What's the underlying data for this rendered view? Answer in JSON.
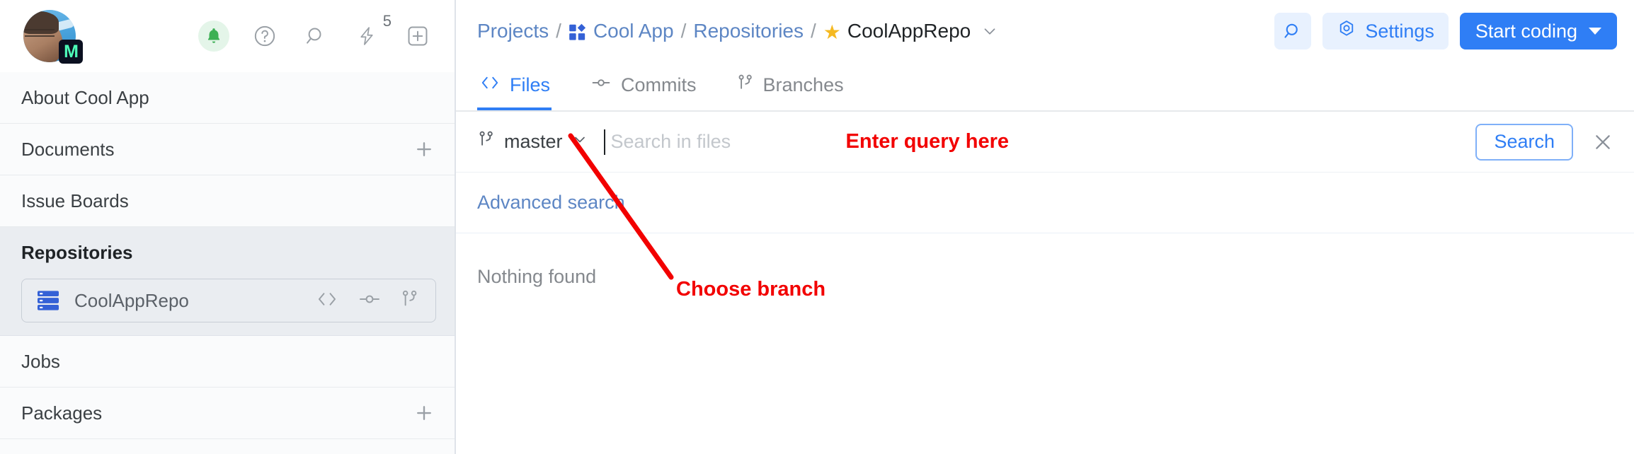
{
  "sidebar": {
    "user": {
      "avatar_name": "user-avatar-photo",
      "badge_letter": "M"
    },
    "top_icons": [
      {
        "name": "notifications-bell-icon",
        "label": "bell"
      },
      {
        "name": "help-question-icon",
        "label": "?"
      },
      {
        "name": "search-icon",
        "label": "search"
      },
      {
        "name": "activity-bolt-icon",
        "label": "bolt",
        "count": "5"
      },
      {
        "name": "add-new-icon",
        "label": "plus-square"
      }
    ],
    "items": [
      {
        "label": "About Cool App",
        "has_plus": false,
        "active": false
      },
      {
        "label": "Documents",
        "has_plus": true,
        "active": false
      },
      {
        "label": "Issue Boards",
        "has_plus": false,
        "active": false
      },
      {
        "label": "Repositories",
        "has_plus": false,
        "active": true
      },
      {
        "label": "Jobs",
        "has_plus": false,
        "active": false
      },
      {
        "label": "Packages",
        "has_plus": true,
        "active": false
      }
    ],
    "repo_item": {
      "name": "CoolAppRepo",
      "actions": [
        "code-icon",
        "commits-icon",
        "branches-icon"
      ]
    }
  },
  "header": {
    "breadcrumb": {
      "projects": "Projects",
      "project": "Cool App",
      "section": "Repositories",
      "current": "CoolAppRepo",
      "separator": "/"
    },
    "actions": {
      "search_icon": "search-icon",
      "settings_label": "Settings",
      "start_coding_label": "Start coding"
    }
  },
  "tabs": [
    {
      "label": "Files",
      "icon": "code-icon",
      "active": true
    },
    {
      "label": "Commits",
      "icon": "commits-icon",
      "active": false
    },
    {
      "label": "Branches",
      "icon": "branches-icon",
      "active": false
    }
  ],
  "search": {
    "branch": "master",
    "input_value": "",
    "placeholder": "Search in files",
    "button_label": "Search",
    "close_icon": "close-icon",
    "advanced_label": "Advanced search"
  },
  "results": {
    "empty_text": "Nothing found"
  },
  "annotations": [
    {
      "text": "Enter query here",
      "color": "#f20000"
    },
    {
      "text": "Choose branch",
      "color": "#f20000"
    }
  ],
  "colors": {
    "accent_blue": "#2f7ef5",
    "link_blue": "#5d86c4",
    "annotation_red": "#f20000",
    "star_yellow": "#f5b921",
    "bell_green": "#3cb054",
    "sidebar_bg": "#fafbfc",
    "active_group_bg": "#eaedf1"
  }
}
